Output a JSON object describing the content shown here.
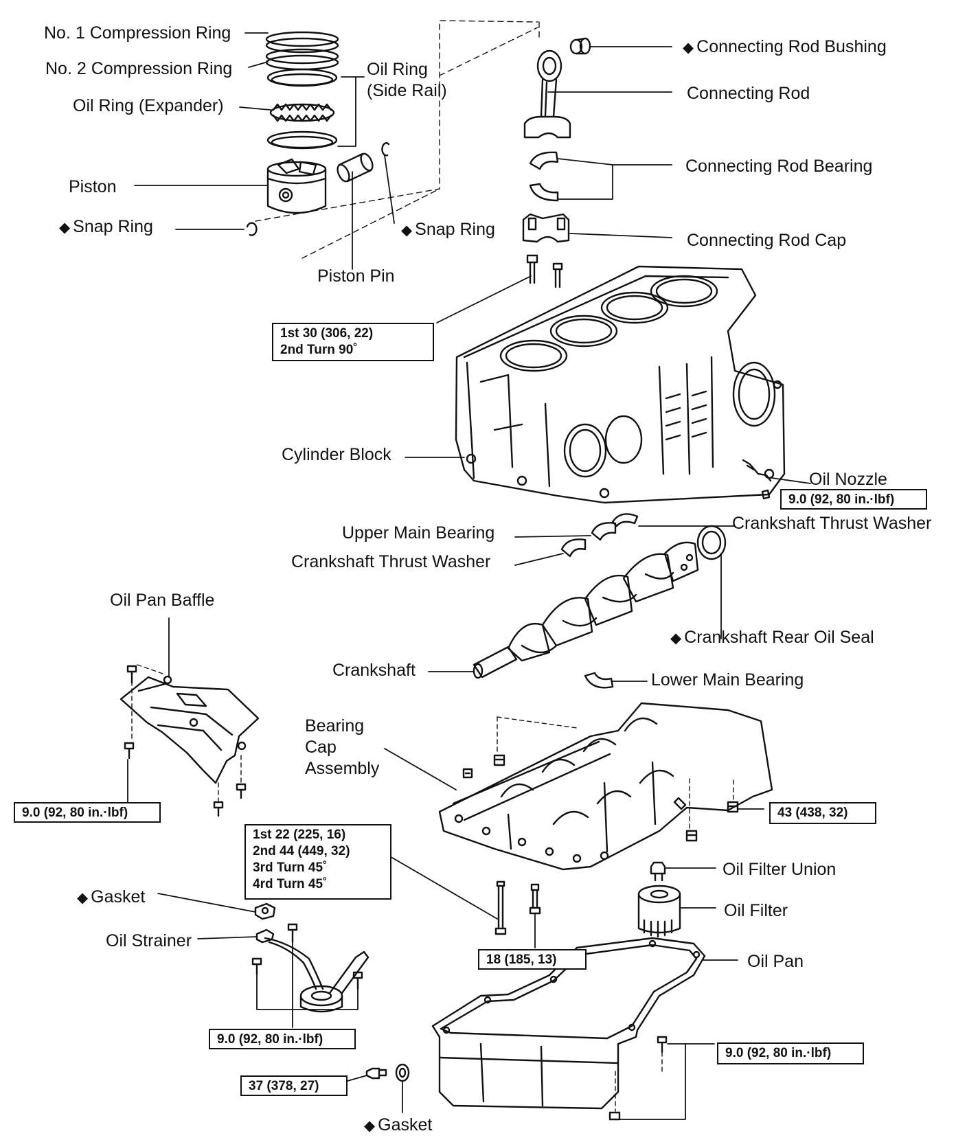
{
  "labels": {
    "no1_compression_ring": "No. 1 Compression Ring",
    "no2_compression_ring": "No. 2 Compression Ring",
    "oil_ring_side_rail": "Oil Ring\n(Side Rail)",
    "oil_ring_expander": "Oil Ring (Expander)",
    "piston": "Piston",
    "snap_ring_left": "Snap Ring",
    "snap_ring_right": "Snap Ring",
    "piston_pin": "Piston Pin",
    "connecting_rod_bushing": "Connecting Rod Bushing",
    "connecting_rod": "Connecting Rod",
    "connecting_rod_bearing": "Connecting Rod Bearing",
    "connecting_rod_cap": "Connecting Rod Cap",
    "cylinder_block": "Cylinder Block",
    "oil_nozzle": "Oil Nozzle",
    "upper_main_bearing": "Upper Main Bearing",
    "crankshaft_thrust_washer_upper": "Crankshaft Thrust Washer",
    "crankshaft_thrust_washer_lower": "Crankshaft Thrust Washer",
    "oil_pan_baffle": "Oil Pan Baffle",
    "crankshaft_rear_oil_seal": "Crankshaft Rear Oil Seal",
    "crankshaft": "Crankshaft",
    "lower_main_bearing": "Lower Main Bearing",
    "bearing_cap_assembly": "Bearing\nCap\nAssembly",
    "oil_filter_union": "Oil Filter Union",
    "gasket_upper": "Gasket",
    "oil_filter": "Oil Filter",
    "oil_strainer": "Oil Strainer",
    "oil_pan": "Oil Pan",
    "gasket_lower": "Gasket"
  },
  "new_part_marker": "◆",
  "torque_specs": {
    "rod_cap_bolt": "1st 30 (306, 22)\n2nd Turn 90˚",
    "oil_nozzle_bolt": "9.0 (92, 80 in.·lbf)",
    "baffle_bolt": "9.0 (92, 80 in.·lbf)",
    "bearing_cap_plug": "43 (438, 32)",
    "bearing_cap_bolt": "1st 22 (225, 16)\n2nd 44 (449, 32)\n3rd Turn 45˚\n4rd Turn 45˚",
    "bearing_cap_small_bolt": "18 (185, 13)",
    "strainer_bolt": "9.0 (92, 80 in.·lbf)",
    "oil_pan_bolt": "9.0 (92, 80 in.·lbf)",
    "drain_plug": "37 (378, 27)"
  }
}
